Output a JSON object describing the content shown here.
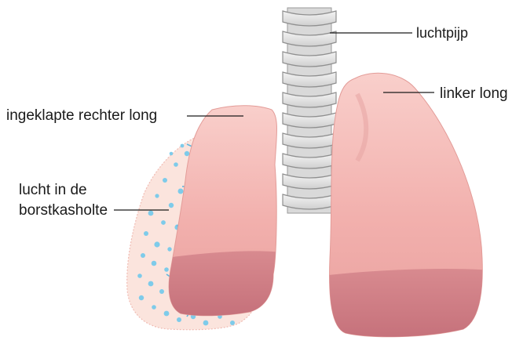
{
  "labels": {
    "trachea": "luchtpijp",
    "left_lung": "linker  long",
    "collapsed_right_lung": "ingeklapte rechter long",
    "air_in_chest_line1": "lucht in de",
    "air_in_chest_line2": "borstkasholte"
  },
  "colors": {
    "lung_light": "#f7c6c2",
    "lung_mid": "#eea3a1",
    "lung_dark": "#c9727c",
    "pleural_air_fill": "#fbe3dc",
    "air_bubble": "#7ecbea",
    "trachea_ring": "#e6e6e6",
    "trachea_edge": "#9a9a9a",
    "leader_line": "#1a1a1a"
  }
}
